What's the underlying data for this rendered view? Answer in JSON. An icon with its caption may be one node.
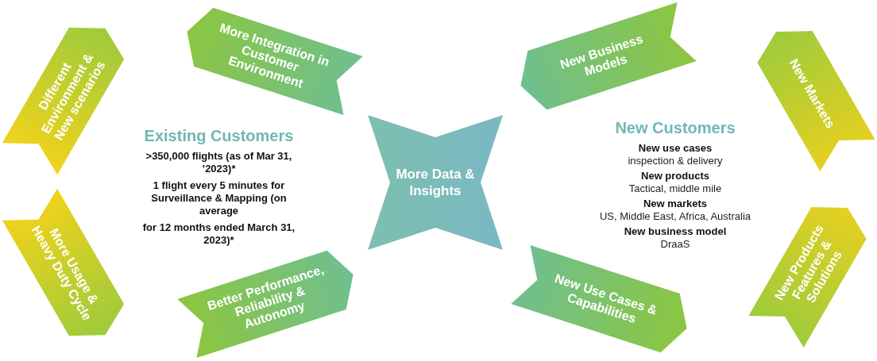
{
  "diagram": {
    "nodes": [
      {
        "text": [
          "Different Environment & New scenarios"
        ]
      },
      {
        "text": [
          "More Integration in Customer Environment"
        ]
      },
      {
        "text": [
          "More Data & Insights"
        ]
      },
      {
        "text": [
          "New Business Models"
        ]
      },
      {
        "text": [
          "New Markets"
        ]
      },
      {
        "text": [
          "More Usage & Heavy Duty Cycle"
        ]
      },
      {
        "text": [
          "Better Performance, Reliability & Autonomy"
        ]
      },
      {
        "text": [
          "New Use Cases & Capabilities"
        ]
      },
      {
        "text": [
          "New Products Features & Solutions"
        ]
      }
    ],
    "labels": [
      "Existing Customers",
      ">350,000 flights (as of Mar 31, ’2023)*",
      "1 flight every 5 minutes for Surveillance & Mapping (on average",
      "for 12 months ended March 31, 2023)*",
      "New Customers",
      "New use cases",
      "inspection & delivery",
      "New products",
      "Tactical, middle mile",
      "New markets",
      "US, Middle East, Africa, Australia",
      "New business model",
      "DraaS"
    ]
  }
}
